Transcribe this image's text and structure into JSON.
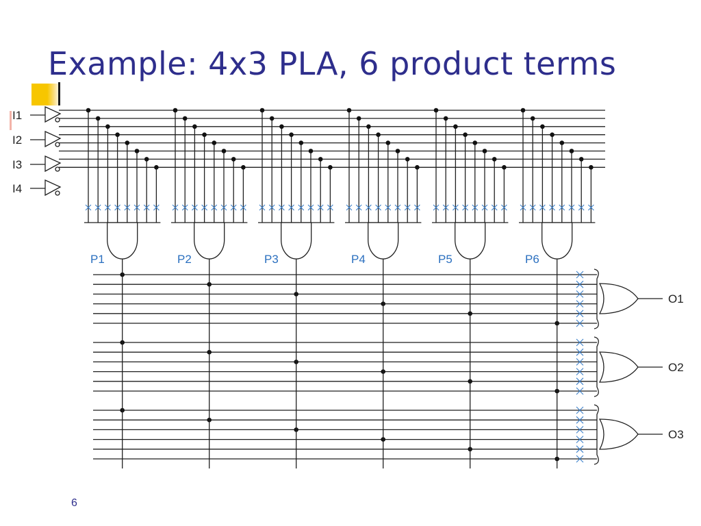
{
  "slide": {
    "title": "Example: 4x3 PLA, 6 product terms",
    "page_number": "6"
  },
  "diagram": {
    "inputs": [
      "I1",
      "I2",
      "I3",
      "I4"
    ],
    "product_terms": [
      "P1",
      "P2",
      "P3",
      "P4",
      "P5",
      "P6"
    ],
    "outputs": [
      "O1",
      "O2",
      "O3"
    ],
    "or_plane_connections": {
      "O1": [
        "P1",
        "P2",
        "P3",
        "P4",
        "P5",
        "P6"
      ],
      "O2": [
        "P1",
        "P2",
        "P3",
        "P4",
        "P5",
        "P6"
      ],
      "O3": [
        "P1",
        "P2",
        "P3",
        "P4",
        "P5",
        "P6"
      ]
    }
  }
}
